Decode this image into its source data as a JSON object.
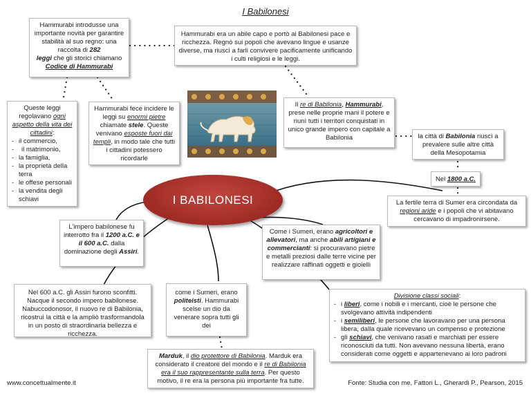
{
  "title": "I Babilonesi",
  "center": "I BABILONESI",
  "image_alt": "Leone della Porta di Ishtar",
  "boxes": {
    "codice": {
      "p1": "Hammurabi introdusse una importante novità per garantire stabilità al suo regno: una raccolta di ",
      "n282": "282",
      "leggi": "leggi",
      "p2": " che gli storici chiamano ",
      "codice": "Codice di Hammurabi"
    },
    "capo": "Hammurabi era un abile capo e portò ai Babilonesi pace e ricchezza. Regnò sui popoli che avevano lingue e usanze diverse, ma riuscì a farli convivere pacificamente unificando i culti religiosi e le leggi.",
    "leggi": {
      "p1": "Queste leggi regolavano ",
      "ogni": "ogni aspetto della vita dei cittadini",
      "p2": ":",
      "items": [
        "il commercio,",
        "il matrimonio,",
        "la famiglia,",
        "la proprietà della terra",
        "le offese personali",
        "la vendita degli schiavi"
      ]
    },
    "stele": {
      "p1": "Hammurabi fece incidere le leggi su ",
      "pietre": "enormi pietre",
      "p2": " chiamate ",
      "stele": "stele",
      "p3": ". Queste venivano ",
      "esposte": "esposte fuori dai templi",
      "p4": ", in modo tale che tutti i cittadini potessero ricordarle"
    },
    "re": {
      "p1": "Il ",
      "rebab": "re di Babilonia",
      "p2": ", ",
      "hamm": "Hammurabi",
      "p3": ", prese nelle proprie mani il potere e riunì tutti i territori conquistati in unico grande impero con capitale a Babilonia"
    },
    "citta": {
      "p1": "la città di ",
      "bab": "Babilonia",
      "p2": " riuscì a prevalere sulle altre città della Mesopotamia"
    },
    "anno": {
      "p1": "Nel ",
      "val": "1800 a.C."
    },
    "sumer": {
      "p1": "La fertile terra di Sumer era circondata da ",
      "aride": "regioni aride",
      "p2": " e i popoli che vi abitavano cercavano di impadronirsene."
    },
    "impero": {
      "p1": "L'impero babilonese fu interrotto fra il ",
      "d1": "1200 a.C. e il 600 a.C.",
      "p2": " dalla dominazione degli ",
      "assiri": "Assiri",
      "p3": "."
    },
    "sumeri": {
      "p1": "Come i Sumeri, erano ",
      "agr": "agricoltori e allevatori",
      "p2": ", ma anche ",
      "abili": "abili artigiani e commercianti",
      "p3": ": si procuravano pietre e metalli preziosi dalle terre vicine per realizzare raffinati oggetti e gioielli"
    },
    "nabu": "Nel 600 a.C. gli Assiri furono sconfitti. Nacque il secondo impero babilonese. Nabuccodonosor, il nuovo re di Babilonia, ricostruì la città e la ampliò trasformandola in un posto di straordinaria bellezza e ricchezza.",
    "politeisti": {
      "p1": "come i Sumeri, erano ",
      "pol": "politeisti",
      "p2": ". Hammurabi scelse un dio da venerare sopra tutti gli dei"
    },
    "classi": {
      "title": "Divisione classi sociali",
      "colon": ":",
      "i1a": "i ",
      "liberi": "liberi",
      "i1b": ", come i nobili e i mercanti, cioè le persone che svolgevano attività indipendenti",
      "i2a": "i ",
      "semiliberi": "semiliberi",
      "i2b": ", le persone che lavoravano per una persona libera, dalla quale ricevevano un compenso e protezione",
      "i3a": "gli ",
      "schiavi": "schiavi",
      "i3b": ", che venivano rasati e marchiati per essere riconosciuti da tutti. Non avevano nessuna libertà, erano considerati come oggetti e appartenevano ai loro padroni"
    },
    "marduk": {
      "marduk": "Marduk",
      "p1": ", il ",
      "dio": "dio protettore di Babilonia",
      "p2": ". Marduk era considerato il creatore del mondo e il ",
      "rapp": "re di Babilonia era il suo rappresentante sulla terra",
      "p3": ". Per questo motivo, il re era la persona più importante fra tutte."
    }
  },
  "footer": {
    "left": "www.concettualmente.it",
    "right": "Fonte: Studia con me, Fattori L., Gherardi P., Pearson, 2015"
  }
}
